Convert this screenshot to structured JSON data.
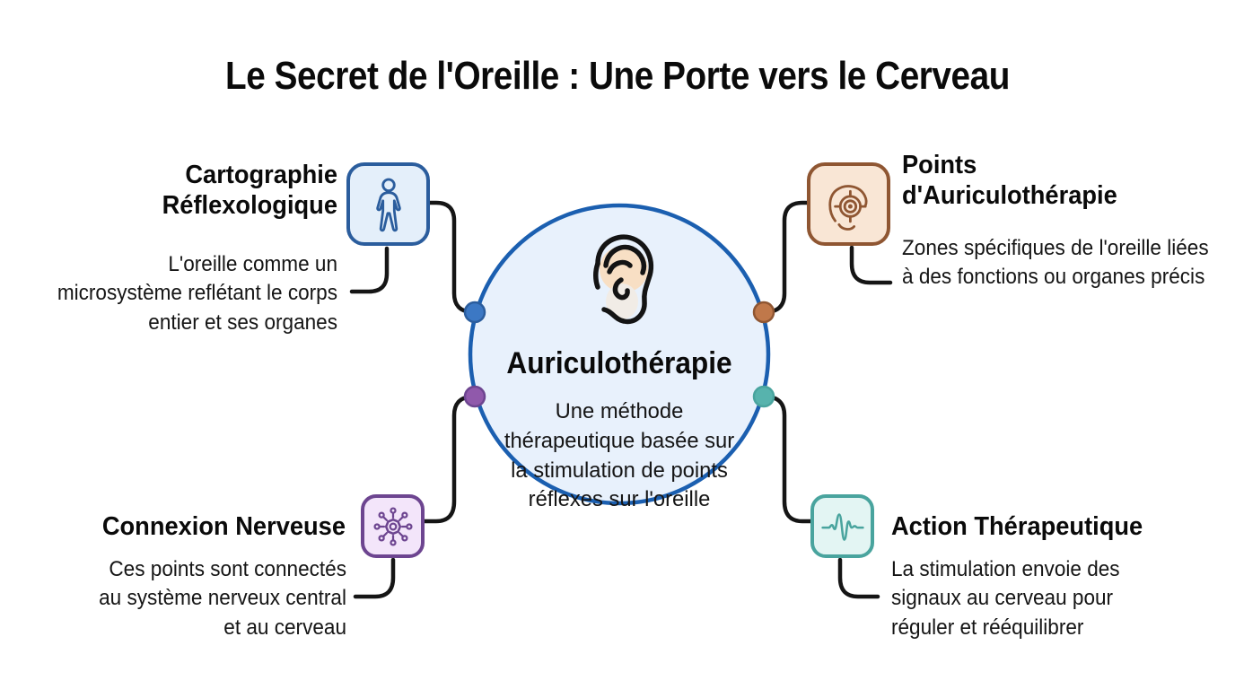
{
  "title": "Le Secret de l'Oreille : Une Porte vers le Cerveau",
  "center": {
    "heading": "Auriculothérapie",
    "description": "Une méthode thérapeutique basée sur la stimulation de points réflexes sur l'oreille",
    "icon": "ear-icon",
    "circle_fill": "#e8f1fc",
    "circle_stroke": "#1b5fb0"
  },
  "nodes": [
    {
      "id": "cartographie-reflexologique",
      "heading": "Cartographie Réflexologique",
      "description": "L'oreille comme un microsystème reflétant le corps entier et ses organes",
      "icon": "human-body-icon",
      "accent": "#2b5d9d",
      "box_fill": "#e4effa",
      "dot_fill": "#3c78c4"
    },
    {
      "id": "points-auriculotherapie",
      "heading": "Points d'Auriculothérapie",
      "description": "Zones spécifiques de l'oreille liées à des fonctions ou organes précis",
      "icon": "ear-target-icon",
      "accent": "#8f5632",
      "box_fill": "#f9e6d5",
      "dot_fill": "#c0784a"
    },
    {
      "id": "connexion-nerveuse",
      "heading": "Connexion Nerveuse",
      "description": "Ces points sont connectés au système nerveux central et au cerveau",
      "icon": "neuron-network-icon",
      "accent": "#6d4590",
      "box_fill": "#f3e5fa",
      "dot_fill": "#9059ab"
    },
    {
      "id": "action-therapeutique",
      "heading": "Action Thérapeutique",
      "description": "La stimulation envoie des signaux au cerveau pour réguler et rééquilibrer",
      "icon": "waveform-icon",
      "accent": "#49a49e",
      "box_fill": "#e3f5f3",
      "dot_fill": "#57b3ad"
    }
  ],
  "connector_color": "#151515"
}
